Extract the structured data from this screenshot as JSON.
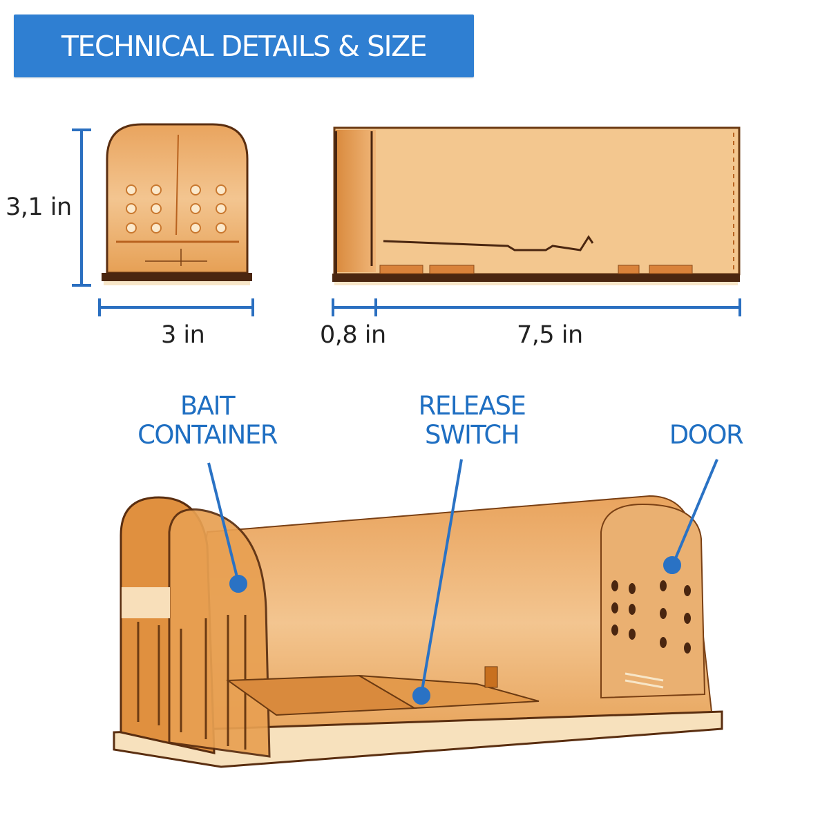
{
  "banner": {
    "title": "TECHNICAL DETAILS & SIZE",
    "color": "#2f7fd2"
  },
  "dimensions": {
    "height": "3,1 in",
    "width": "3 in",
    "bait_section_length": "0,8 in",
    "main_length": "7,5 in",
    "line_color": "#2a6fc0"
  },
  "callouts": {
    "bait_container": {
      "line1": "BAIT",
      "line2": "CONTAINER"
    },
    "release_switch": {
      "line1": "RELEASE",
      "line2": "SWITCH"
    },
    "door": {
      "line1": "DOOR"
    },
    "color": "#1f6fc2"
  },
  "product": {
    "body_color": "#e8a15a",
    "dark_edge_color": "#6b3a12"
  }
}
